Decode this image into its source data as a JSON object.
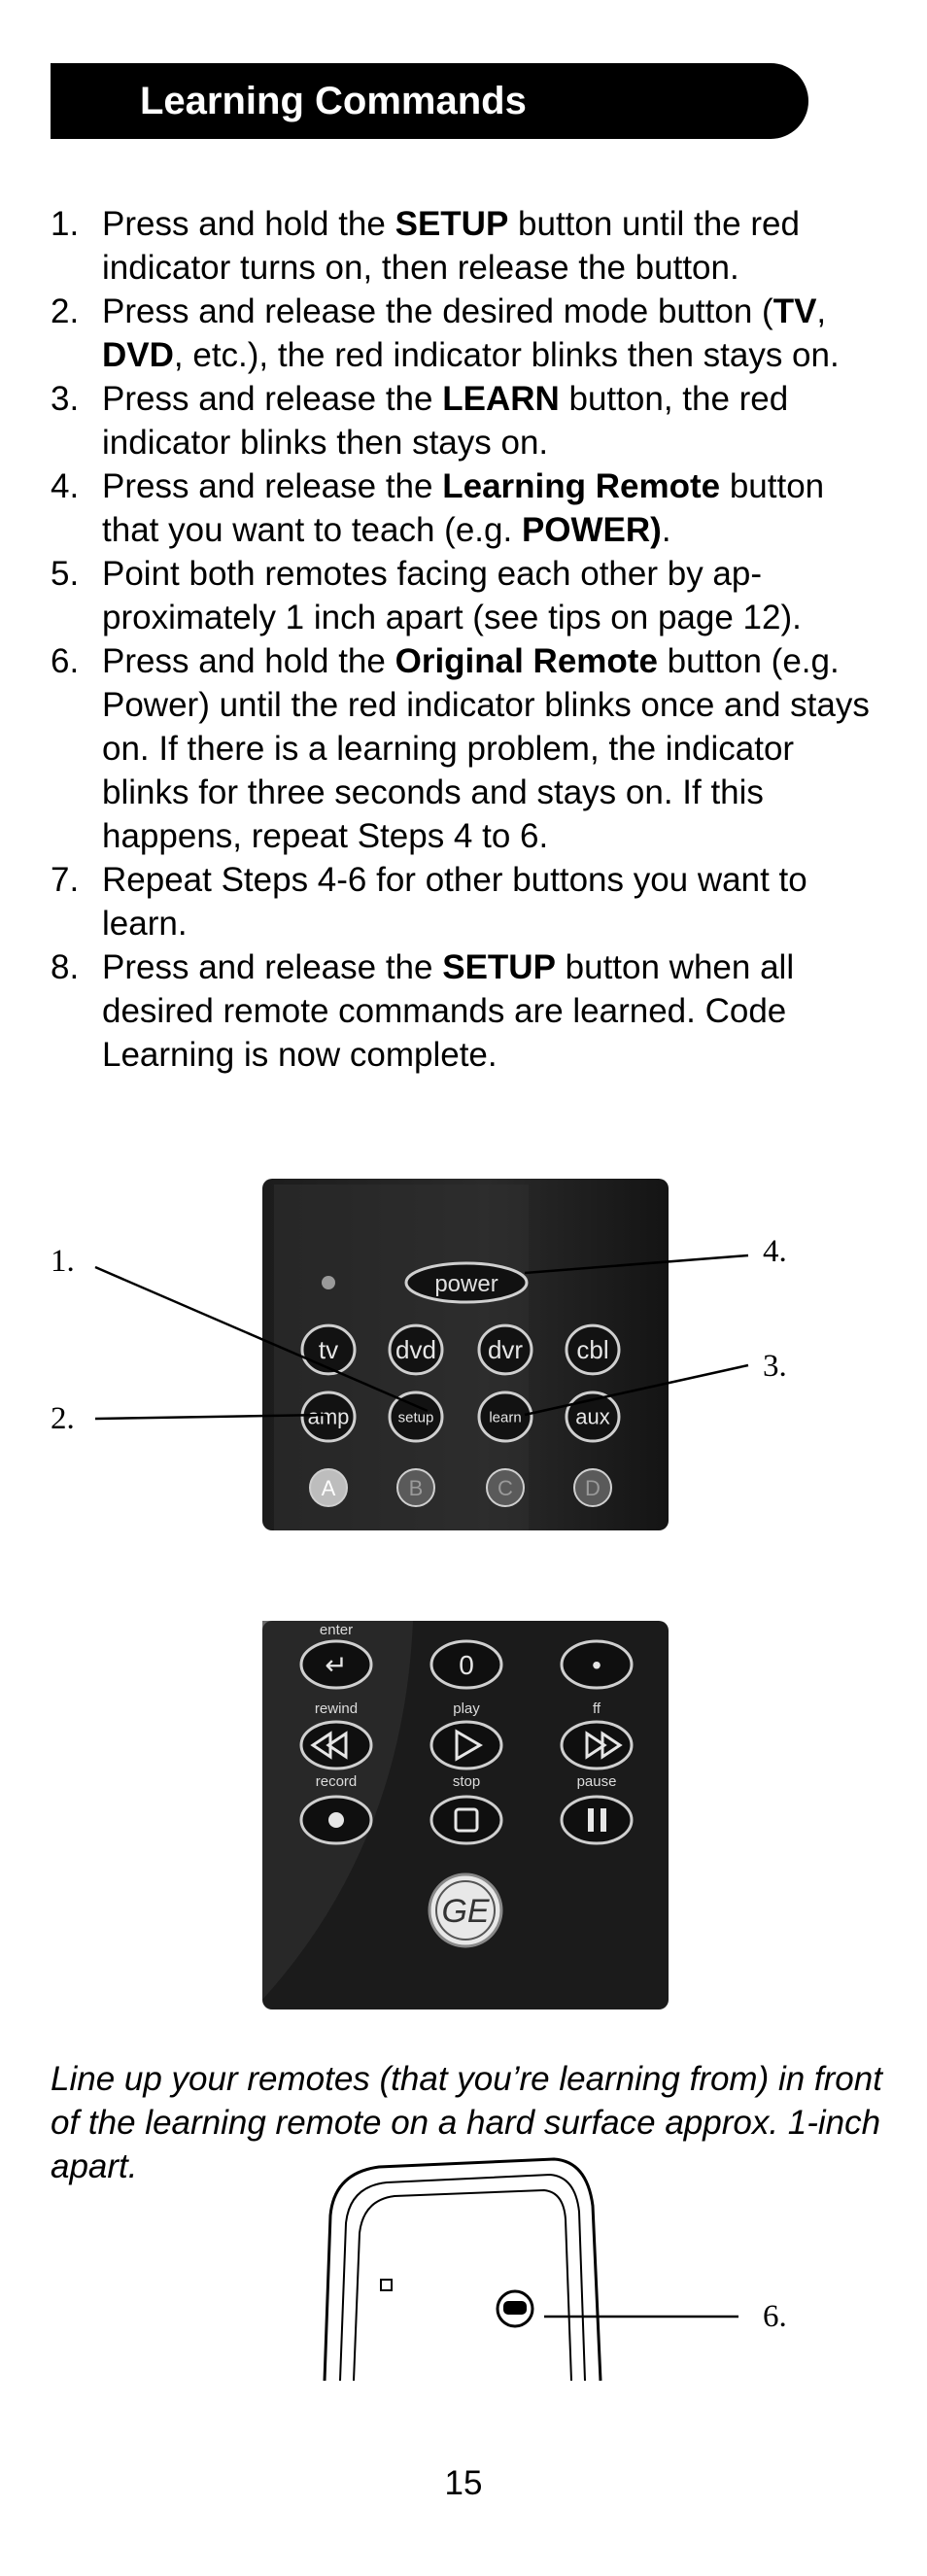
{
  "header": {
    "title": "Learning Commands"
  },
  "steps": [
    {
      "num": "1.",
      "parts": [
        {
          "t": "Press and hold the "
        },
        {
          "t": "SETUP",
          "b": true
        },
        {
          "t": " button until the red indicator turns on, then release the button."
        }
      ]
    },
    {
      "num": "2.",
      "parts": [
        {
          "t": "Press and release the desired mode button ("
        },
        {
          "t": "TV",
          "b": true
        },
        {
          "t": ", "
        },
        {
          "t": "DVD",
          "b": true
        },
        {
          "t": ", etc.), the red indicator blinks then stays on."
        }
      ]
    },
    {
      "num": "3.",
      "parts": [
        {
          "t": "Press and release the "
        },
        {
          "t": "LEARN",
          "b": true
        },
        {
          "t": " button, the red indicator blinks then stays on."
        }
      ]
    },
    {
      "num": "4.",
      "parts": [
        {
          "t": "Press and release the "
        },
        {
          "t": "Learning Remote",
          "b": true
        },
        {
          "t": " button that you want to teach (e.g. "
        },
        {
          "t": "POWER)",
          "b": true
        },
        {
          "t": "."
        }
      ]
    },
    {
      "num": "5.",
      "parts": [
        {
          "t": "Point both remotes facing each other by ap-proximately 1 inch apart (see tips on page 12)."
        }
      ]
    },
    {
      "num": "6.",
      "parts": [
        {
          "t": "Press and hold the "
        },
        {
          "t": "Original Remote",
          "b": true
        },
        {
          "t": " button (e.g. Power) until the red indicator blinks once and stays on. If there is a learning problem, the indicator blinks for three seconds and stays on. If this happens, repeat Steps 4 to 6."
        }
      ]
    },
    {
      "num": "7.",
      "parts": [
        {
          "t": "Repeat Steps 4-6 for other buttons you want to learn."
        }
      ]
    },
    {
      "num": "8.",
      "parts": [
        {
          "t": "Press and release the "
        },
        {
          "t": "SETUP",
          "b": true
        },
        {
          "t": " button when all desired remote commands are learned. Code Learning is now complete."
        }
      ]
    }
  ],
  "remote_top": {
    "power": "power",
    "row1": [
      "tv",
      "dvd",
      "dvr",
      "cbl"
    ],
    "row2": [
      "amp",
      "setup",
      "learn",
      "aux"
    ],
    "row3": [
      "A",
      "B",
      "C",
      "D"
    ]
  },
  "remote_bottom": {
    "row1_labels": [
      "enter",
      "",
      ""
    ],
    "row1_glyphs": [
      "↵",
      "0",
      "•"
    ],
    "row2_labels": [
      "rewind",
      "play",
      "ff"
    ],
    "row3_labels": [
      "record",
      "stop",
      "pause"
    ],
    "logo": "GE"
  },
  "callouts": {
    "c1": "1.",
    "c2": "2.",
    "c3": "3.",
    "c4": "4.",
    "c6": "6."
  },
  "caption": "Line up your remotes (that you’re learning from) in front of the learning remote on a hard surface approx. 1-inch apart.",
  "page_number": "15"
}
